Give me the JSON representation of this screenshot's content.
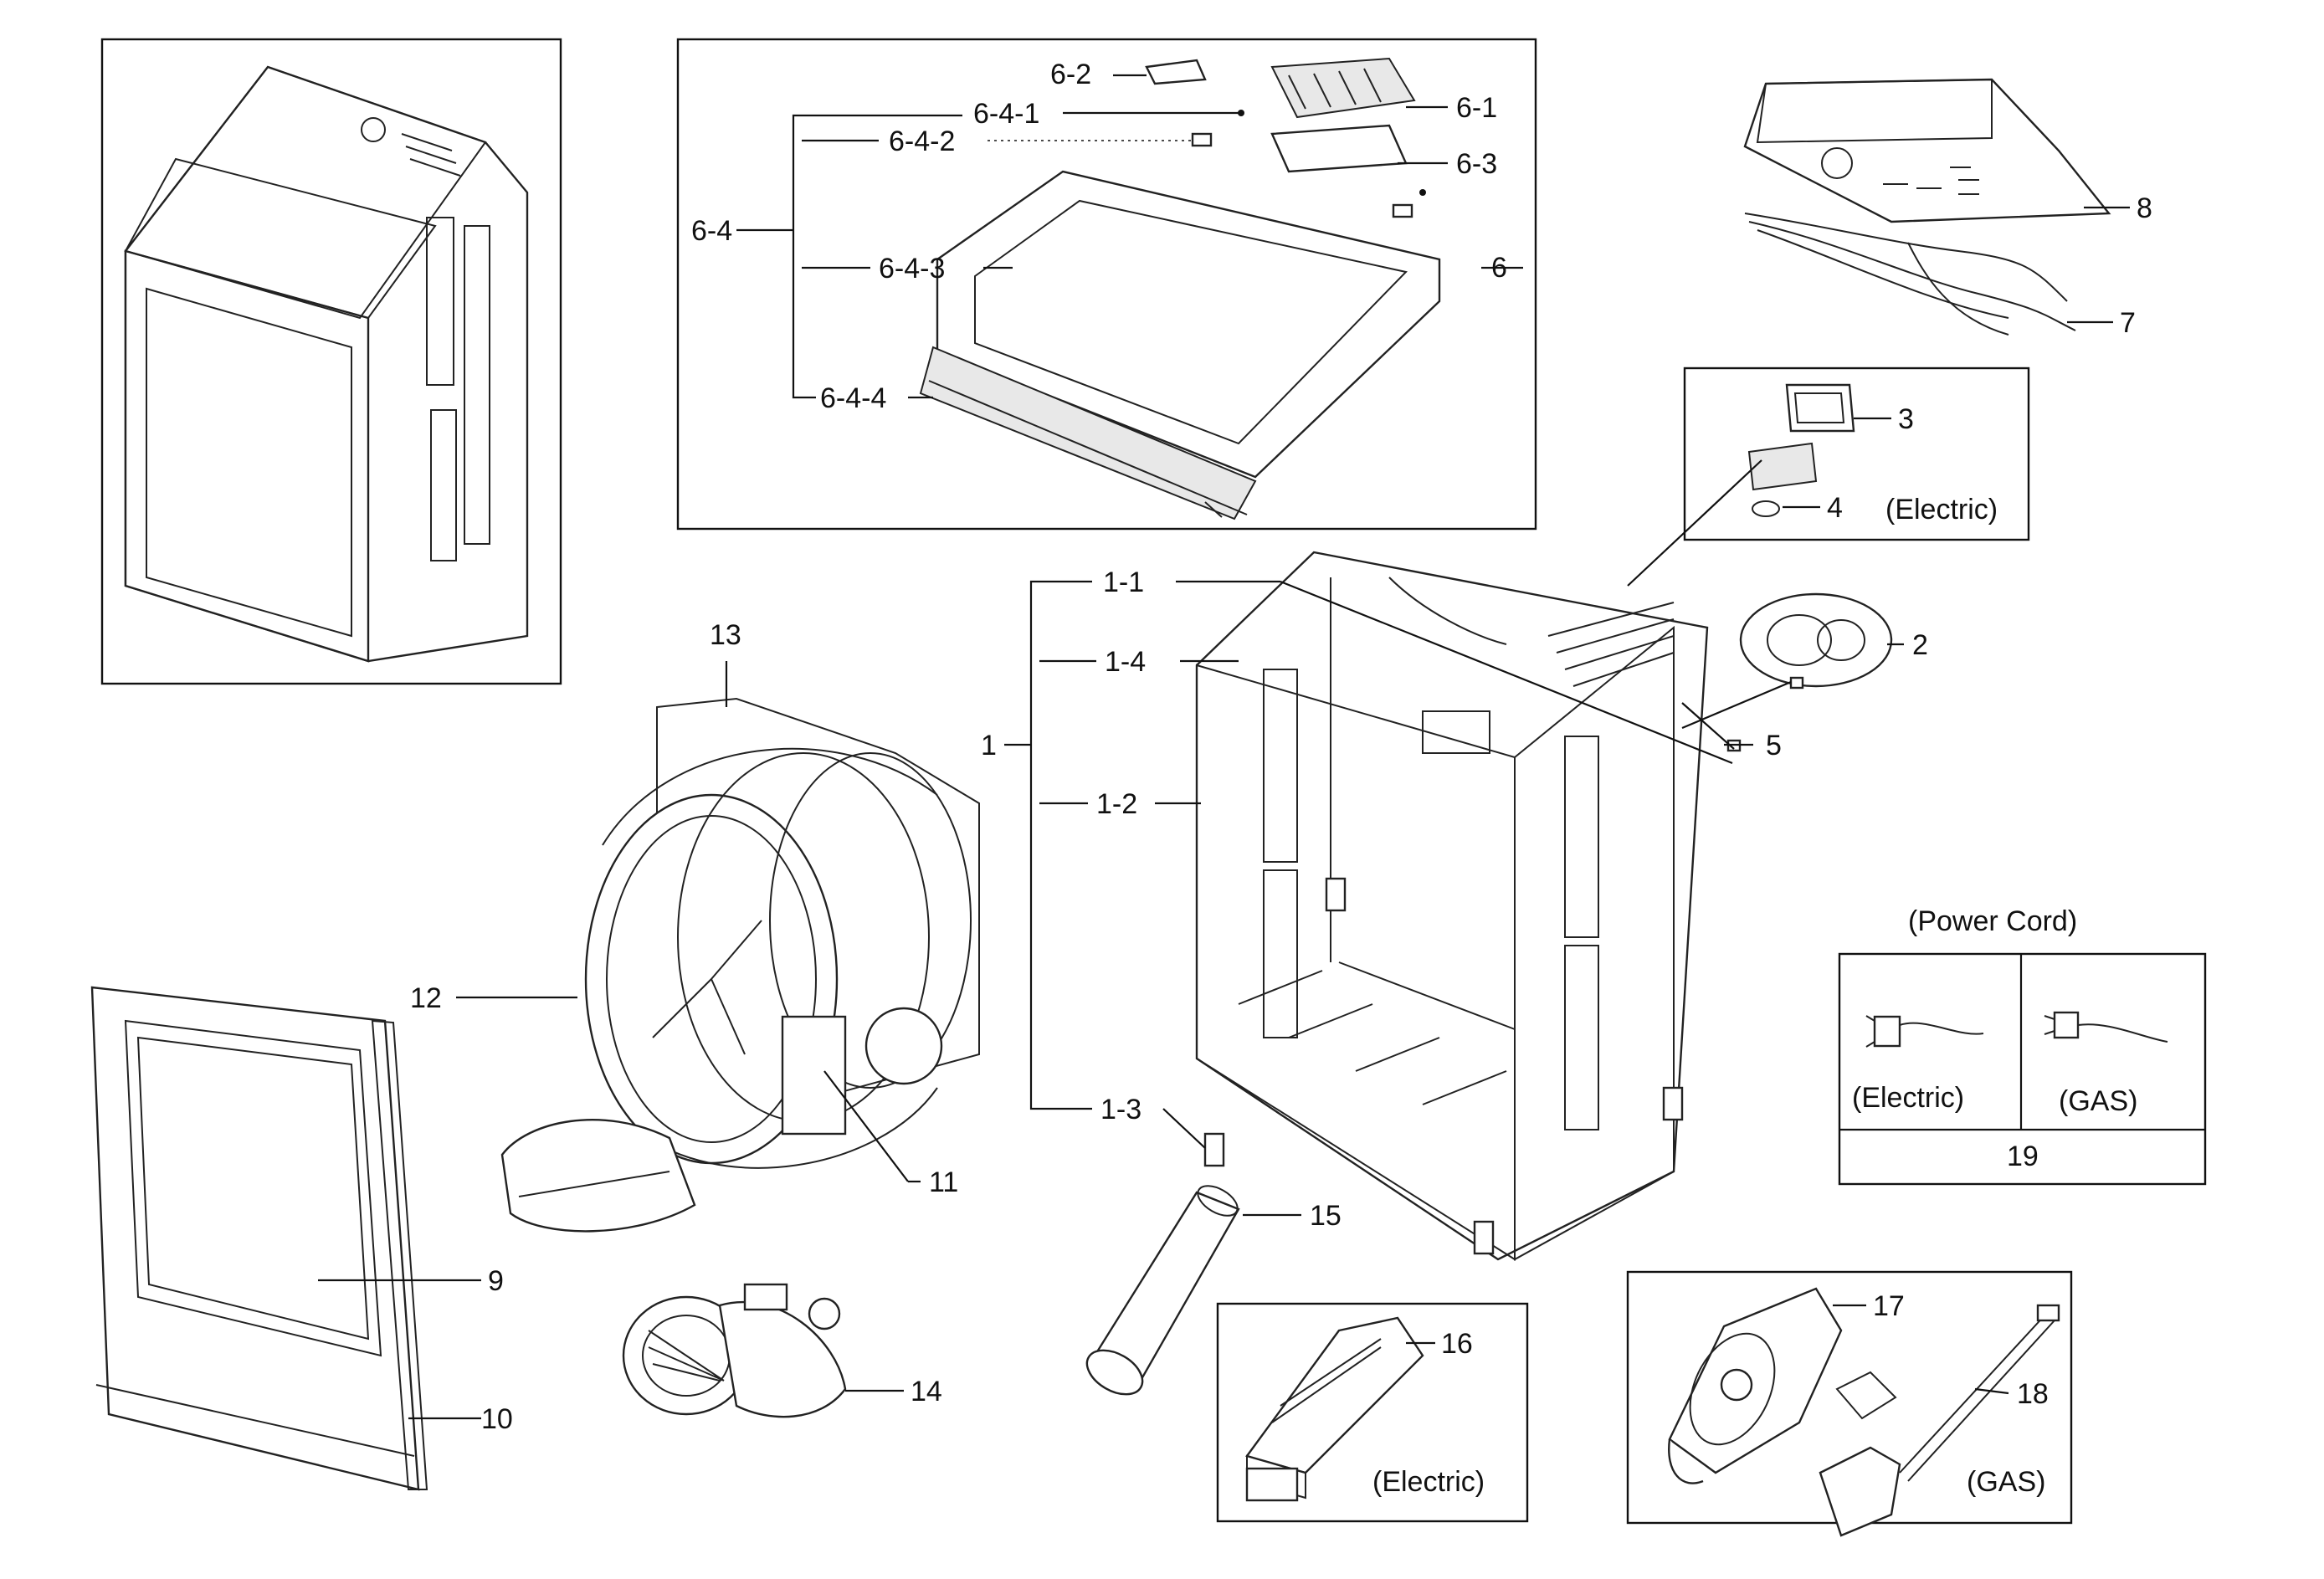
{
  "labels": {
    "p1": "1",
    "p1_1": "1-1",
    "p1_2": "1-2",
    "p1_3": "1-3",
    "p1_4": "1-4",
    "p2": "2",
    "p3": "3",
    "p4": "4",
    "p5": "5",
    "p6": "6",
    "p6_1": "6-1",
    "p6_2": "6-2",
    "p6_3": "6-3",
    "p6_4": "6-4",
    "p6_4_1": "6-4-1",
    "p6_4_2": "6-4-2",
    "p6_4_3": "6-4-3",
    "p6_4_4": "6-4-4",
    "p7": "7",
    "p8": "8",
    "p9": "9",
    "p10": "10",
    "p11": "11",
    "p12": "12",
    "p13": "13",
    "p14": "14",
    "p15": "15",
    "p16": "16",
    "p17": "17",
    "p18": "18",
    "p19": "19"
  },
  "captions": {
    "electric_filter": "(Electric)",
    "power_cord": "(Power Cord)",
    "cord_electric": "(Electric)",
    "cord_gas": "(GAS)",
    "heater_electric": "(Electric)",
    "burner_gas": "(GAS)"
  }
}
